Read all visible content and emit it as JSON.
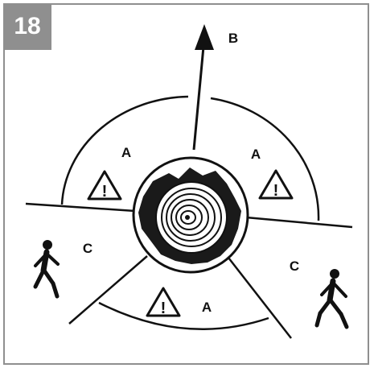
{
  "figure": {
    "number": "18"
  },
  "zones": {
    "danger_left": "A",
    "danger_right": "A",
    "danger_bottom": "A",
    "fall_direction": "B",
    "safe_left": "C",
    "safe_right": "C"
  },
  "icons": {
    "warning": "warning-triangle-icon",
    "person": "walking-person-icon",
    "stump": "tree-stump-icon",
    "arrow": "fall-direction-arrow-icon"
  },
  "colors": {
    "frame": "#8f8f8f",
    "ink": "#111111"
  }
}
